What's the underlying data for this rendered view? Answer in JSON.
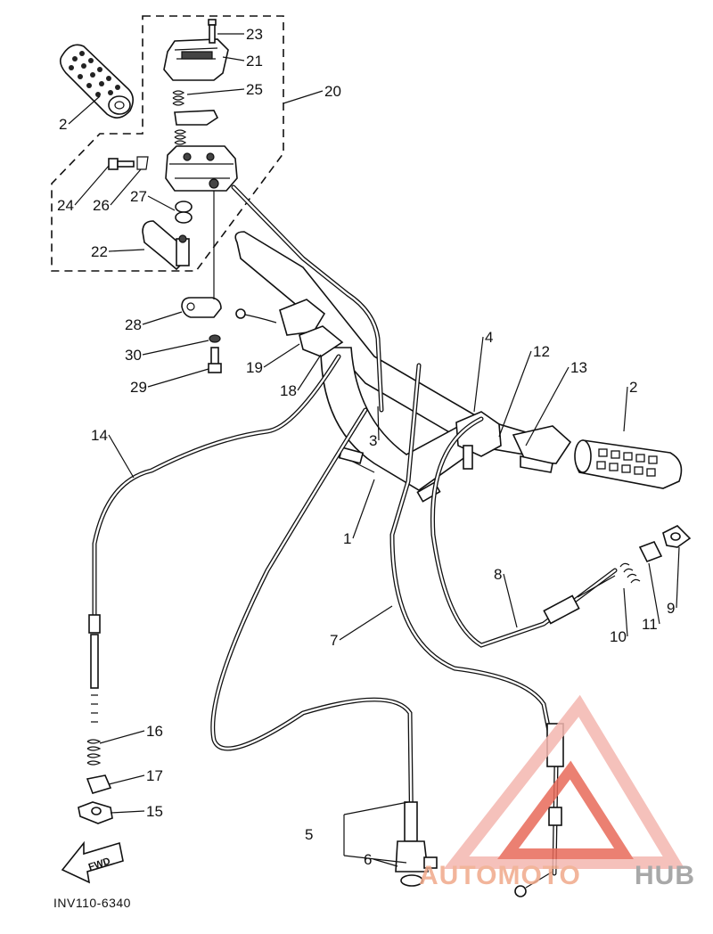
{
  "diagram": {
    "part_labels": [
      "1",
      "2",
      "2",
      "3",
      "4",
      "5",
      "6",
      "7",
      "8",
      "9",
      "10",
      "11",
      "12",
      "13",
      "14",
      "15",
      "16",
      "17",
      "18",
      "19",
      "20",
      "21",
      "22",
      "23",
      "24",
      "25",
      "26",
      "27",
      "28",
      "29",
      "30"
    ],
    "fwd_label": "FWD",
    "drawing_code": "INV110-6340"
  },
  "watermark": {
    "brand_a": "AUTOMOTO",
    "brand_b": "HUB",
    "colors": {
      "logo_red": "#e86a5a",
      "logo_pink": "#f4b7b0",
      "text_orange": "#f0a98a",
      "text_grey": "#9a9a9a"
    }
  }
}
